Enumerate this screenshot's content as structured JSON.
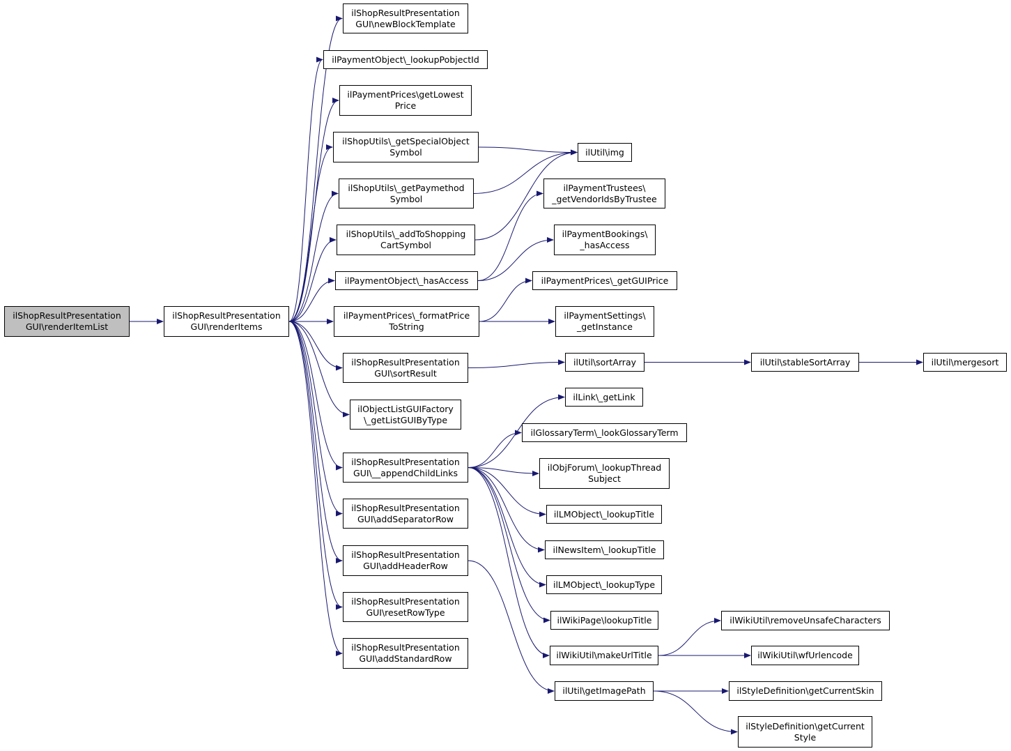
{
  "colors": {
    "edge": "#191970",
    "root_fill": "#bfbfbf",
    "node_fill": "#ffffff",
    "border": "#000000"
  },
  "nodes": {
    "renderItemList": "ilShopResultPresentation\nGUI\\renderItemList",
    "renderItems": "ilShopResultPresentation\nGUI\\renderItems",
    "newBlockTemplate": "ilShopResultPresentation\nGUI\\newBlockTemplate",
    "lookupPobjectId": "ilPaymentObject\\_lookupPobjectId",
    "getLowestPrice": "ilPaymentPrices\\getLowest\nPrice",
    "getSpecialObjectSymbol": "ilShopUtils\\_getSpecialObject\nSymbol",
    "getPaymethodSymbol": "ilShopUtils\\_getPaymethod\nSymbol",
    "addToShoppingCartSymbol": "ilShopUtils\\_addToShopping\nCartSymbol",
    "paymentObjectHasAccess": "ilPaymentObject\\_hasAccess",
    "formatPriceToString": "ilPaymentPrices\\_formatPrice\nToString",
    "sortResult": "ilShopResultPresentation\nGUI\\sortResult",
    "getListGUIByType": "ilObjectListGUIFactory\n\\_getListGUIByType",
    "appendChildLinks": "ilShopResultPresentation\nGUI\\__appendChildLinks",
    "addSeparatorRow": "ilShopResultPresentation\nGUI\\addSeparatorRow",
    "addHeaderRow": "ilShopResultPresentation\nGUI\\addHeaderRow",
    "resetRowType": "ilShopResultPresentation\nGUI\\resetRowType",
    "addStandardRow": "ilShopResultPresentation\nGUI\\addStandardRow",
    "utilImg": "ilUtil\\img",
    "getVendorIdsByTrustee": "ilPaymentTrustees\\\n_getVendorIdsByTrustee",
    "bookingsHasAccess": "ilPaymentBookings\\\n_hasAccess",
    "getGUIPrice": "ilPaymentPrices\\_getGUIPrice",
    "getInstance": "ilPaymentSettings\\\n_getInstance",
    "sortArray": "ilUtil\\sortArray",
    "stableSortArray": "ilUtil\\stableSortArray",
    "mergesort": "ilUtil\\mergesort",
    "getLink": "ilLink\\_getLink",
    "lookGlossaryTerm": "ilGlossaryTerm\\_lookGlossaryTerm",
    "lookupThreadSubject": "ilObjForum\\_lookupThread\nSubject",
    "lmLookupTitle": "ilLMObject\\_lookupTitle",
    "newsLookupTitle": "ilNewsItem\\_lookupTitle",
    "lmLookupType": "ilLMObject\\_lookupType",
    "wikiLookupTitle": "ilWikiPage\\lookupTitle",
    "makeUrlTitle": "ilWikiUtil\\makeUrlTitle",
    "getImagePath": "ilUtil\\getImagePath",
    "removeUnsafeCharacters": "ilWikiUtil\\removeUnsafeCharacters",
    "wfUrlencode": "ilWikiUtil\\wfUrlencode",
    "getCurrentSkin": "ilStyleDefinition\\getCurrentSkin",
    "getCurrentStyle": "ilStyleDefinition\\getCurrent\nStyle"
  },
  "edges": [
    [
      "renderItemList",
      "renderItems"
    ],
    [
      "renderItems",
      "newBlockTemplate"
    ],
    [
      "renderItems",
      "lookupPobjectId"
    ],
    [
      "renderItems",
      "getLowestPrice"
    ],
    [
      "renderItems",
      "getSpecialObjectSymbol"
    ],
    [
      "renderItems",
      "getPaymethodSymbol"
    ],
    [
      "renderItems",
      "addToShoppingCartSymbol"
    ],
    [
      "renderItems",
      "paymentObjectHasAccess"
    ],
    [
      "renderItems",
      "formatPriceToString"
    ],
    [
      "renderItems",
      "sortResult"
    ],
    [
      "renderItems",
      "getListGUIByType"
    ],
    [
      "renderItems",
      "appendChildLinks"
    ],
    [
      "renderItems",
      "addSeparatorRow"
    ],
    [
      "renderItems",
      "addHeaderRow"
    ],
    [
      "renderItems",
      "resetRowType"
    ],
    [
      "renderItems",
      "addStandardRow"
    ],
    [
      "getSpecialObjectSymbol",
      "utilImg"
    ],
    [
      "getPaymethodSymbol",
      "utilImg"
    ],
    [
      "addToShoppingCartSymbol",
      "utilImg"
    ],
    [
      "paymentObjectHasAccess",
      "getVendorIdsByTrustee"
    ],
    [
      "paymentObjectHasAccess",
      "bookingsHasAccess"
    ],
    [
      "formatPriceToString",
      "getGUIPrice"
    ],
    [
      "formatPriceToString",
      "getInstance"
    ],
    [
      "sortResult",
      "sortArray"
    ],
    [
      "sortArray",
      "stableSortArray"
    ],
    [
      "stableSortArray",
      "mergesort"
    ],
    [
      "appendChildLinks",
      "getLink"
    ],
    [
      "appendChildLinks",
      "lookGlossaryTerm"
    ],
    [
      "appendChildLinks",
      "lookupThreadSubject"
    ],
    [
      "appendChildLinks",
      "lmLookupTitle"
    ],
    [
      "appendChildLinks",
      "newsLookupTitle"
    ],
    [
      "appendChildLinks",
      "lmLookupType"
    ],
    [
      "appendChildLinks",
      "wikiLookupTitle"
    ],
    [
      "appendChildLinks",
      "makeUrlTitle"
    ],
    [
      "addHeaderRow",
      "getImagePath"
    ],
    [
      "makeUrlTitle",
      "removeUnsafeCharacters"
    ],
    [
      "makeUrlTitle",
      "wfUrlencode"
    ],
    [
      "getImagePath",
      "getCurrentSkin"
    ],
    [
      "getImagePath",
      "getCurrentStyle"
    ]
  ]
}
